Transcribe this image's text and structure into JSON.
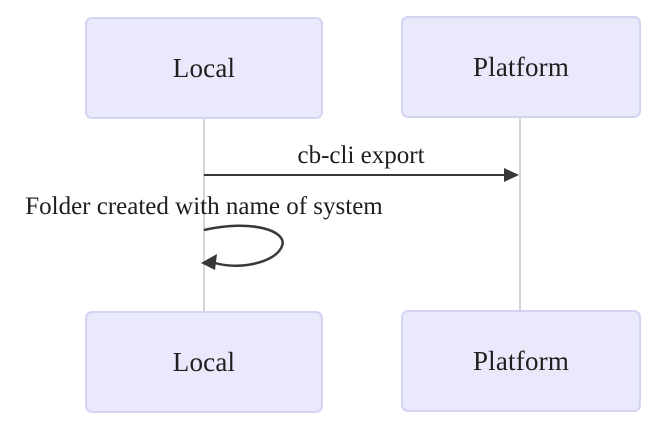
{
  "diagram": {
    "type": "sequence-diagram",
    "actors": [
      {
        "id": "local",
        "label": "Local"
      },
      {
        "id": "platform",
        "label": "Platform"
      }
    ],
    "messages": [
      {
        "from": "local",
        "to": "platform",
        "label": "cb-cli export",
        "style": "solid-arrow"
      },
      {
        "from": "local",
        "to": "local",
        "label": "Folder created with name of system",
        "style": "self-loop-arrow"
      }
    ],
    "colors": {
      "background": "#FFFFFF",
      "actor_fill": "#E9E9FB",
      "actor_border": "#D3D3F2",
      "lifeline": "#D6D6D6",
      "message_line": "#383838",
      "text": "#1E1E1E"
    }
  }
}
